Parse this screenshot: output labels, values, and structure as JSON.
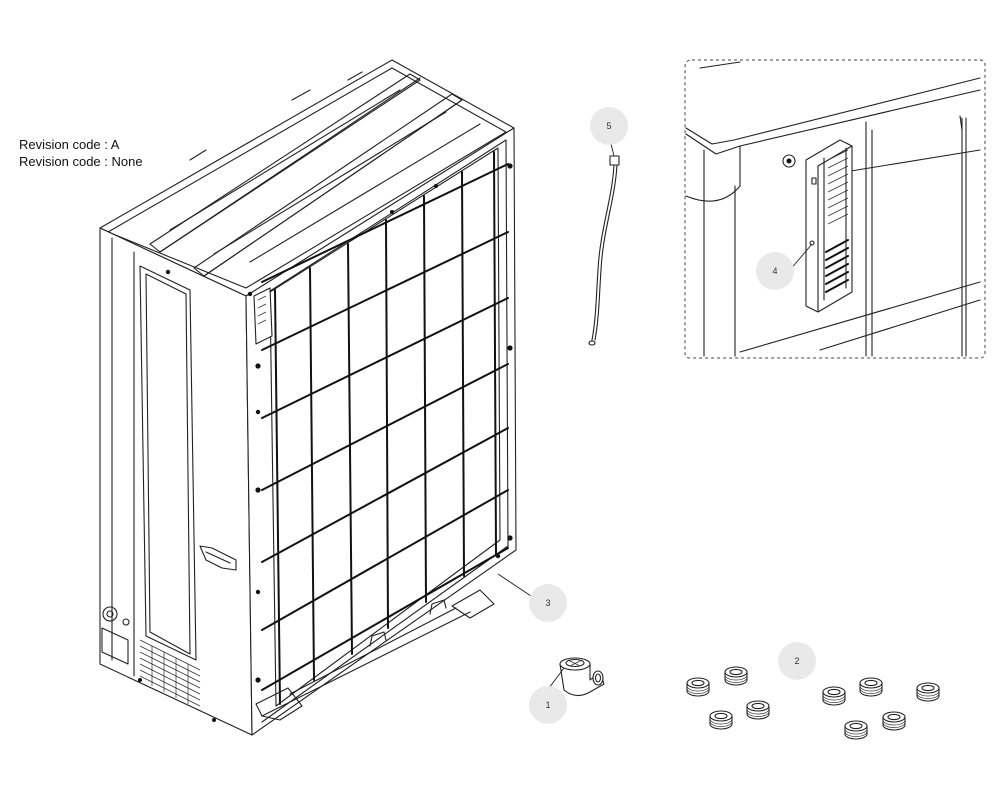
{
  "revision_lines": [
    "Revision code : A",
    "Revision code : None"
  ],
  "callouts": [
    {
      "id": "1",
      "part": "drain-elbow"
    },
    {
      "id": "2",
      "part": "drain-caps"
    },
    {
      "id": "3",
      "part": "wire-guard"
    },
    {
      "id": "4",
      "part": "cover-detail"
    },
    {
      "id": "5",
      "part": "sensor-cable"
    }
  ],
  "colors": {
    "line": "#222222",
    "callout_fill": "#e9e9e9",
    "background": "#ffffff"
  }
}
